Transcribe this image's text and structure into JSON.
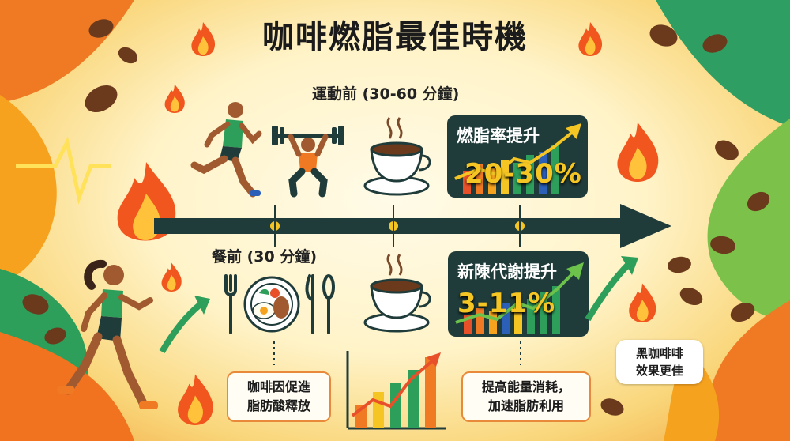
{
  "title": "咖啡燃脂最佳時機",
  "top_row": {
    "label": "運動前 (30-60 分鐘)",
    "panel": {
      "title": "燃脂率提升",
      "value": "20-30%"
    }
  },
  "bottom_row": {
    "label": "餐前 (30 分鐘)",
    "panel": {
      "title": "新陳代謝提升",
      "value": "3-11%"
    }
  },
  "notes": {
    "left": [
      "咖啡因促進",
      "脂肪酸釋放"
    ],
    "right": [
      "提高能量消耗，",
      "加速脂肪利用"
    ]
  },
  "bubble": [
    "黑咖啡啡",
    "效果更佳"
  ],
  "colors": {
    "panel": "#1f3b3a",
    "accent": "#f5c623",
    "arrow": "#1f3b3a"
  }
}
